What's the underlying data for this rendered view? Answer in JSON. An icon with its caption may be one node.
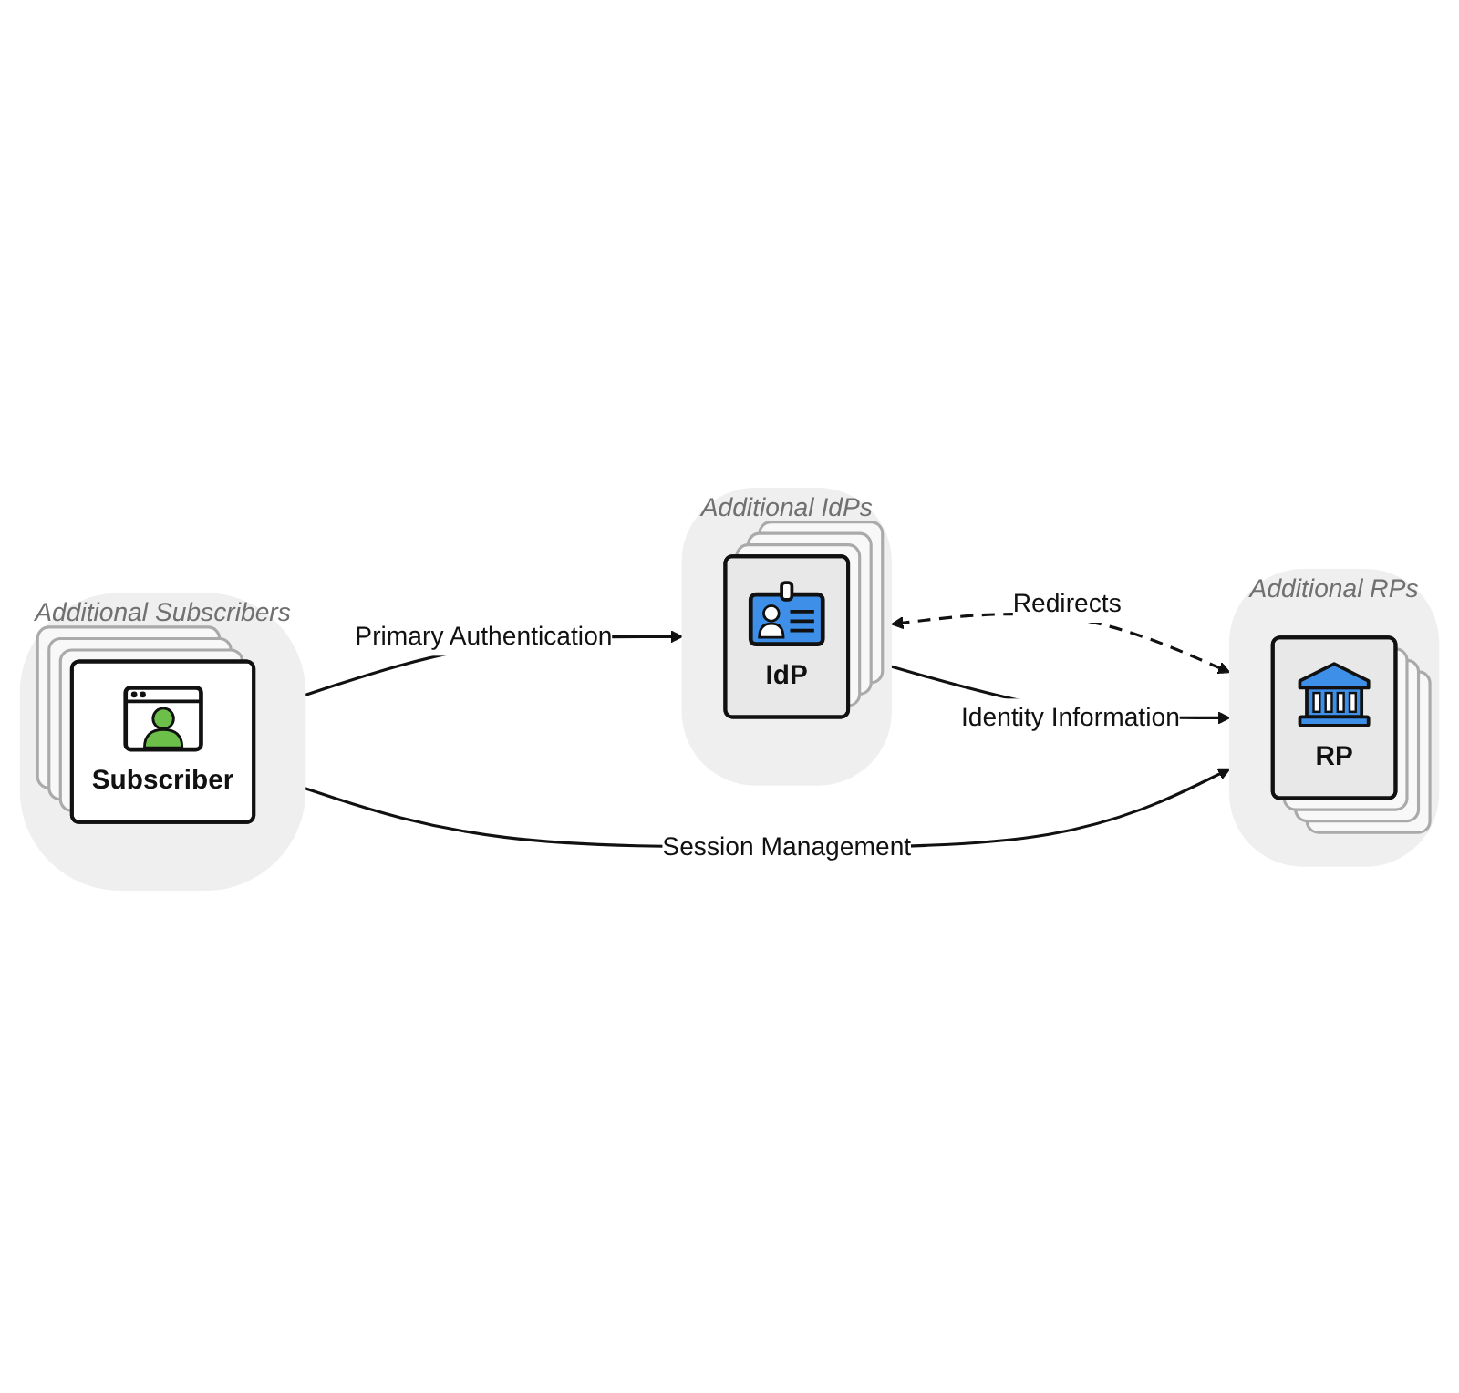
{
  "diagram": {
    "nodes": [
      {
        "text": [
          "Additional Subscribers"
        ]
      },
      {
        "text": [
          "Subscriber"
        ],
        "in": 0
      },
      {
        "text": [
          "Additional IdPs"
        ]
      },
      {
        "text": [
          "IdP"
        ],
        "in": 2
      },
      {
        "text": [
          "Additional RPs"
        ]
      },
      {
        "text": [
          "RP"
        ],
        "in": 4
      }
    ],
    "edges": [
      {
        "from": 0,
        "to": 2,
        "arrow": "to",
        "label": "Primary Authentication"
      },
      {
        "from": 2,
        "to": 4,
        "arrow": "both",
        "style": "dashed",
        "label": "Redirects"
      },
      {
        "from": 2,
        "to": 4,
        "arrow": "to",
        "label": "Identity Information"
      },
      {
        "from": 0,
        "to": 4,
        "arrow": "to",
        "label": "Session Management"
      }
    ]
  }
}
